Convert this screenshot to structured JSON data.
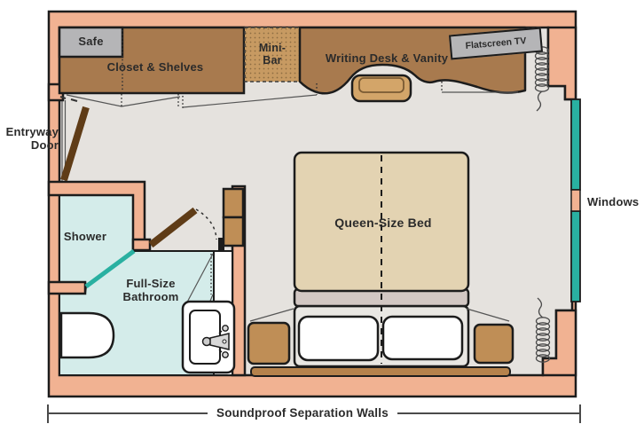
{
  "labels": {
    "safe": "Safe",
    "closet": "Closet & Shelves",
    "minibar_line1": "Mini-",
    "minibar_line2": "Bar",
    "desk": "Writing Desk & Vanity",
    "tv": "Flatscreen TV",
    "entry_line1": "Entryway",
    "entry_line2": "Door",
    "shower": "Shower",
    "bathroom_line1": "Full-Size",
    "bathroom_line2": "Bathroom",
    "bed": "Queen-Size Bed",
    "windows": "Windows",
    "dimension": "Soundproof Separation Walls"
  },
  "colors": {
    "wall": "#f1b292",
    "line": "#1c1c1c",
    "floor": "#e5e2de",
    "wood": "#a87a4e",
    "woodlight": "#c79a62",
    "tan": "#d3a569",
    "bed": "#e3d3b2",
    "bedband": "#d2c7c3",
    "platform": "#e9e7e3",
    "stand": "#bf8e56",
    "headboard": "#b5824c",
    "bath": "#d4ecea",
    "teal": "#29b0a1",
    "gray": "#b5b5b7",
    "door": "#5f3c17",
    "ink": "#2b2b2b"
  }
}
